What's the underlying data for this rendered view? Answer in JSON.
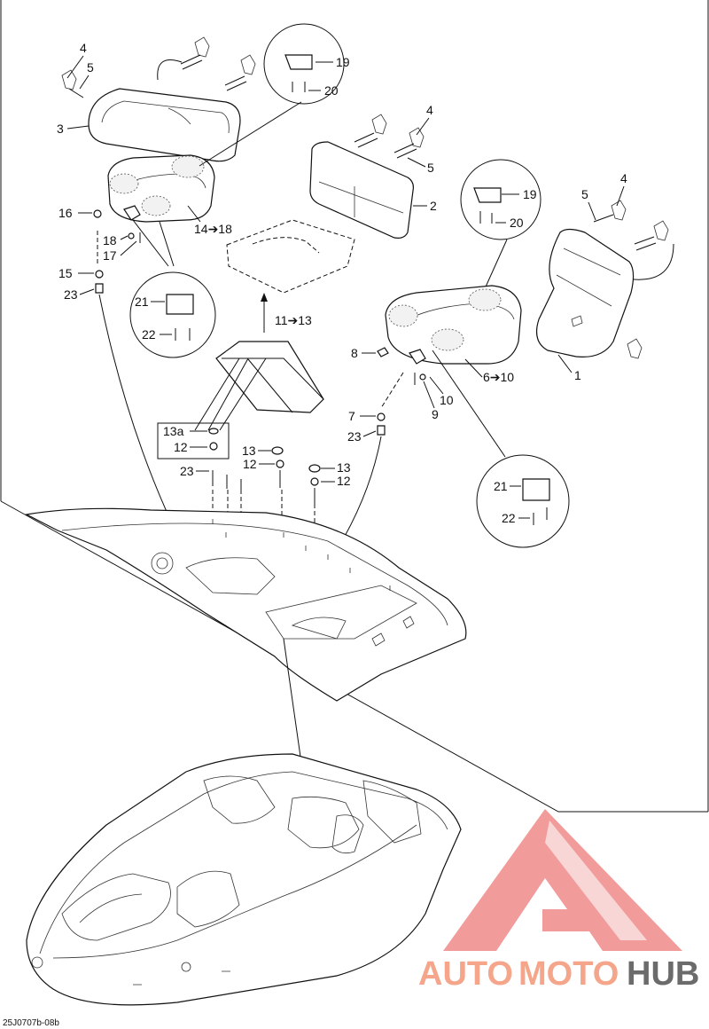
{
  "diagram_code": "25J0707b-08b",
  "watermark": {
    "part1": "AUTO",
    "part2": "MOTO",
    "part3": "HUB",
    "color_salmon": "#f4a58a",
    "color_dark": "#6b6b6b",
    "logo_color": "#f08a8a"
  },
  "callouts": {
    "c1": "1",
    "c2": "2",
    "c3": "3",
    "c4a": "4",
    "c4b": "4",
    "c4c": "4",
    "c5a": "5",
    "c5b": "5",
    "c5c": "5",
    "c6": "6➔10",
    "c7": "7",
    "c8": "8",
    "c9": "9",
    "c10": "10",
    "c11": "11➔13",
    "c12a": "12",
    "c12b": "12",
    "c12c": "12",
    "c13": "13",
    "c13b": "13",
    "c13a": "13a",
    "c14": "14➔18",
    "c15": "15",
    "c16": "16",
    "c17": "17",
    "c18": "18",
    "c19a": "19",
    "c19b": "19",
    "c20a": "20",
    "c20b": "20",
    "c21a": "21",
    "c21b": "21",
    "c22a": "22",
    "c22b": "22",
    "c23a": "23",
    "c23b": "23",
    "c23c": "23"
  }
}
